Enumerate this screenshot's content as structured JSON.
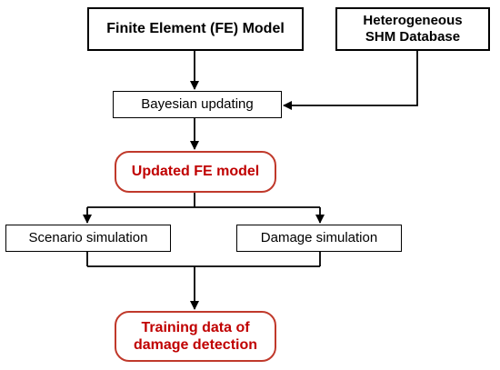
{
  "nodes": {
    "fe_model": "Finite Element (FE) Model",
    "shm_database": [
      "Heterogeneous",
      "SHM Database"
    ],
    "bayesian_updating": "Bayesian updating",
    "updated_fe_model": "Updated FE model",
    "scenario_simulation": "Scenario simulation",
    "damage_simulation": "Damage simulation",
    "training_data": [
      "Training data of",
      "damage detection"
    ]
  },
  "colors": {
    "line": "#000000",
    "highlight_border": "#c0392b",
    "highlight_text": "#c00000"
  }
}
